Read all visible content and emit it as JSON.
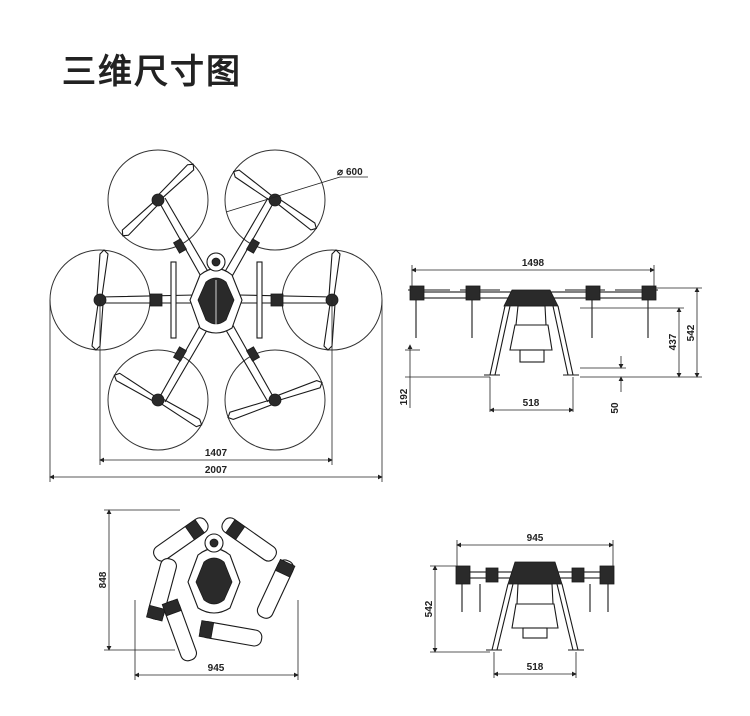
{
  "title": "三维尺寸图",
  "dimensions": {
    "prop_diameter": "600",
    "diameter_symbol": "⌀",
    "top_inner_span": "1407",
    "top_total_span": "2007",
    "front_width": "1498",
    "front_height": "542",
    "front_body_height": "437",
    "front_leg_height": "192",
    "front_skid_width": "518",
    "front_ground_clear": "50",
    "folded_height": "848",
    "folded_width": "945",
    "folded_front_width": "945",
    "folded_front_height": "542",
    "folded_front_skid": "518"
  },
  "colors": {
    "line": "#1a1a1a",
    "text": "#222222"
  }
}
